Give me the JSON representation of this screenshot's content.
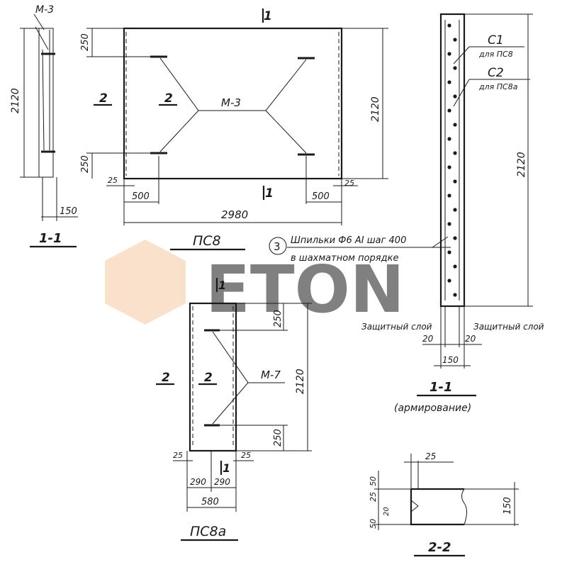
{
  "watermark": {
    "text": "ETON",
    "color": "#f4c9a0"
  },
  "panel_ps8": {
    "title": "ПС8",
    "section_mark": "1",
    "section_mark_bottom": "1",
    "side_mark_left": "2",
    "side_mark_inner": "2",
    "loop_label": "М-3",
    "dims": {
      "top": "250",
      "bottom": "250",
      "height": "2120",
      "left_edge": "25",
      "right_edge": "25",
      "left": "500",
      "right": "500",
      "width": "2980"
    }
  },
  "section_1_1_left": {
    "title": "1-1",
    "loop_label": "М-3",
    "height": "2120",
    "thickness": "150"
  },
  "panel_ps8a": {
    "title": "ПС8а",
    "section_mark": "1",
    "section_mark_bottom": "1",
    "side_mark_left": "2",
    "side_mark_inner": "2",
    "loop_label": "М-7",
    "dims": {
      "top": "250",
      "bottom": "250",
      "height": "2120",
      "left_edge": "25",
      "right_edge": "25",
      "half_left": "290",
      "half_right": "290",
      "width": "580"
    }
  },
  "note": {
    "number": "3",
    "line1": "Шпильки Ф6 АI шаг 400",
    "line2": "в шахматном порядке"
  },
  "section_reinforcement": {
    "title": "1-1",
    "subtitle": "(армирование)",
    "c1_label": "С1",
    "c1_note": "для ПС8",
    "c2_label": "С2",
    "c2_note": "для ПС8а",
    "height": "2120",
    "cover_left_label": "Защитный слой",
    "cover_right_label": "Защитный слой",
    "cover_left": "20",
    "cover_right": "20",
    "thickness": "150"
  },
  "section_2_2": {
    "title": "2-2",
    "top": "25",
    "d1": "50",
    "d2": "25",
    "d3": "20",
    "d4": "50",
    "height": "150"
  }
}
